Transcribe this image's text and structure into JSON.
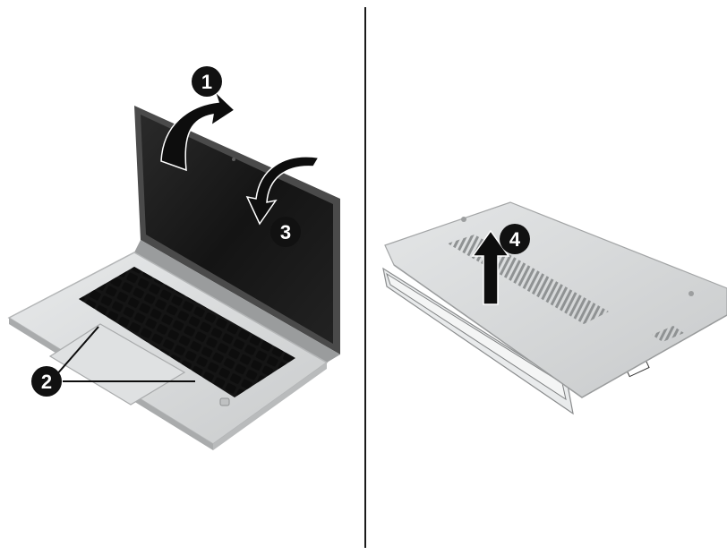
{
  "figure": {
    "divider_color": "#1a1a1a",
    "callout_fill": "#111111",
    "callout_text_color": "#ffffff",
    "arrow_color": "#0d0d0d",
    "laptop_body_color": "#d7d9da",
    "screen_color": "#171717",
    "keyboard_color": "#161616",
    "bottom_cover_color": "#d4d6d7"
  },
  "left_panel": {
    "illustration": "laptop-open-illustration",
    "callouts": [
      {
        "id": "callout-1",
        "label": "1"
      },
      {
        "id": "callout-2",
        "label": "2"
      },
      {
        "id": "callout-3",
        "label": "3"
      }
    ]
  },
  "right_panel": {
    "illustration": "bottom-cover-removal-illustration",
    "callouts": [
      {
        "id": "callout-4",
        "label": "4"
      }
    ]
  }
}
